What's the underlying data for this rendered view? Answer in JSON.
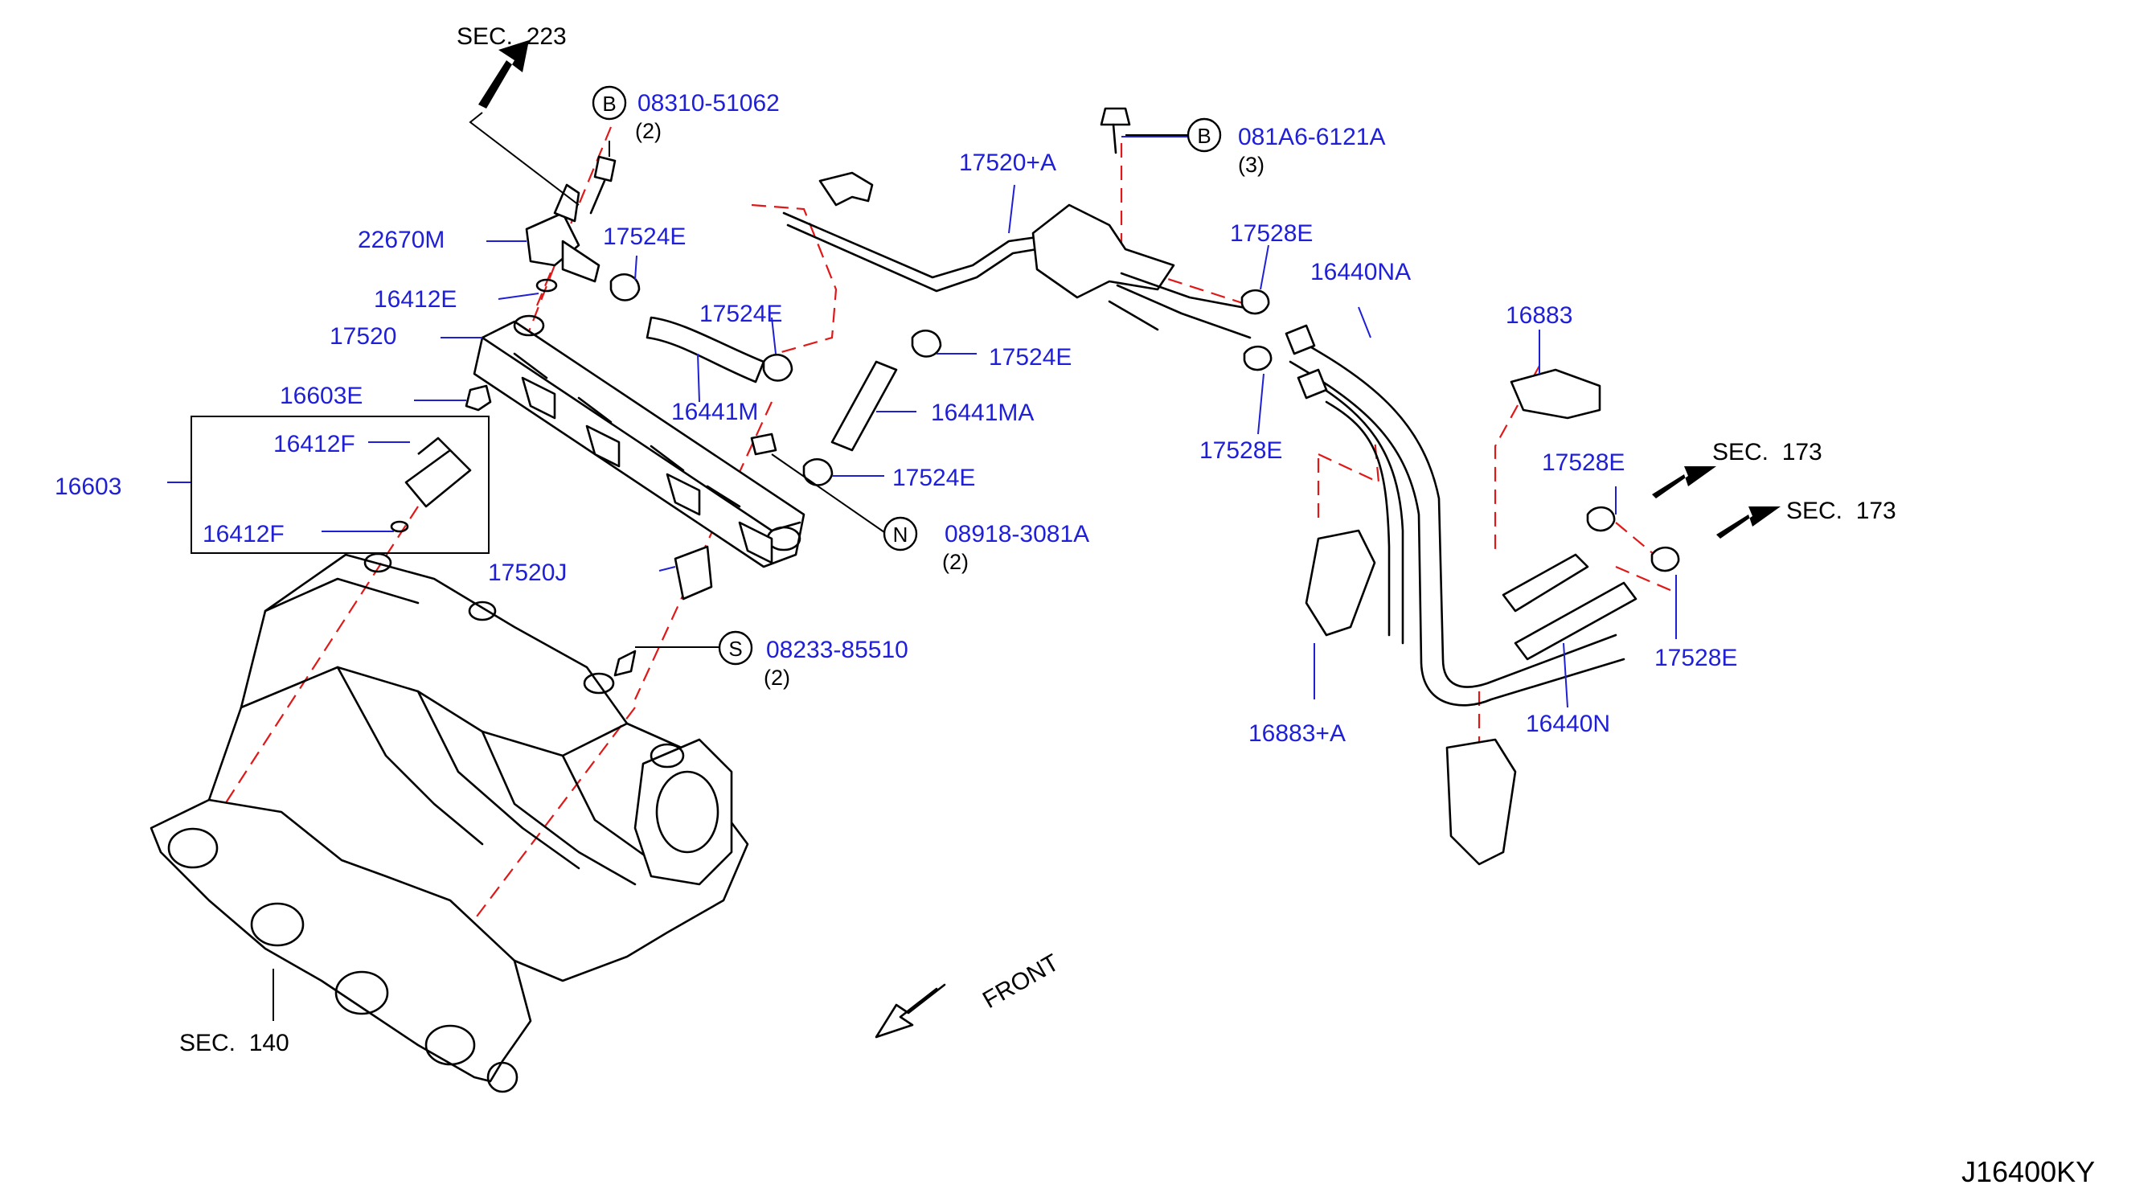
{
  "colors": {
    "part_label": "#1f1fd6",
    "ink": "#000000",
    "dash": "#e01818",
    "leader": "#1f1fd6"
  },
  "sections": {
    "sec223": "SEC.  223",
    "sec140": "SEC.  140",
    "sec173a": "SEC.  173",
    "sec173b": "SEC.  173"
  },
  "labels": {
    "p22670M": "22670M",
    "p16412E": "16412E",
    "p17520": "17520",
    "p16603E": "16603E",
    "p16603": "16603",
    "p16412F_top": "16412F",
    "p16412F_bot": "16412F",
    "p17524E_a": "17524E",
    "p17524E_b": "17524E",
    "p17524E_c": "17524E",
    "p17524E_d": "17524E",
    "p16441M": "16441M",
    "p16441MA": "16441MA",
    "p17520A": "17520+A",
    "p17520J": "17520J",
    "p17528E_a": "17528E",
    "p17528E_b": "17528E",
    "p17528E_c": "17528E",
    "p17528E_d": "17528E",
    "p16440NA": "16440NA",
    "p16440N": "16440N",
    "p16883": "16883",
    "p16883A": "16883+A"
  },
  "fasteners": {
    "b1": {
      "letter": "B",
      "part": "08310-51062",
      "qty": "(2)"
    },
    "b2": {
      "letter": "B",
      "part": "081A6-6121A",
      "qty": "(3)"
    },
    "n1": {
      "letter": "N",
      "part": "08918-3081A",
      "qty": "(2)"
    },
    "s1": {
      "letter": "S",
      "part": "08233-85510",
      "qty": "(2)"
    }
  },
  "front_label": "FRONT",
  "diagram_ref": "J16400KY"
}
